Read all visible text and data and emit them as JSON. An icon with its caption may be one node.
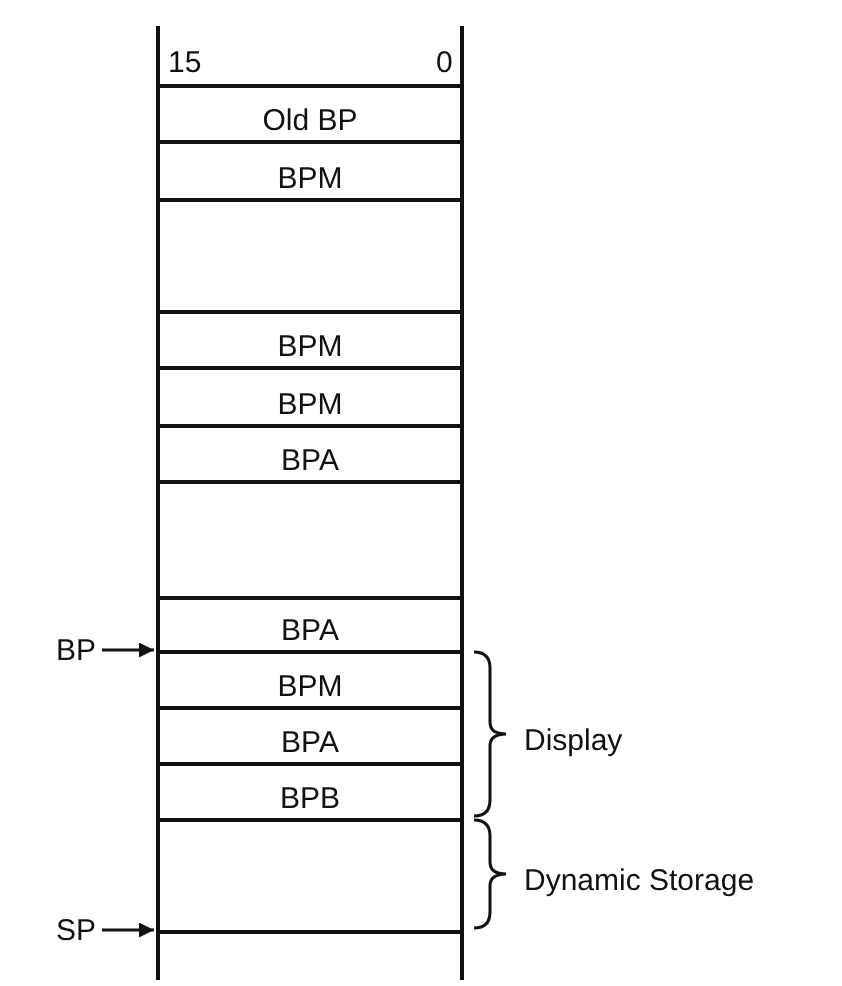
{
  "diagram": {
    "nodes": [
      {
        "text": [
          "Old BP"
        ]
      },
      {
        "text": [
          "BPM"
        ]
      },
      {
        "text": [],
        "shape": "box"
      },
      {
        "text": [
          "BPM"
        ]
      },
      {
        "text": [
          "BPM"
        ]
      },
      {
        "text": [
          "BPA"
        ]
      },
      {
        "text": [],
        "shape": "box"
      },
      {
        "text": [
          "BPA"
        ]
      },
      {
        "text": [
          "BPM"
        ]
      },
      {
        "text": [
          "BPA"
        ]
      },
      {
        "text": [
          "BPB"
        ]
      },
      {
        "text": [],
        "shape": "box"
      },
      {
        "text": [],
        "shape": "box"
      },
      {
        "text": [
          "BP"
        ]
      },
      {
        "text": [
          "SP"
        ]
      }
    ],
    "edges": [
      {
        "from": 13,
        "to": 8,
        "arrow": "to"
      },
      {
        "from": 14,
        "to": 12,
        "arrow": "to"
      }
    ],
    "labels": [
      "15",
      "0",
      "Display",
      "Dynamic Storage"
    ]
  }
}
